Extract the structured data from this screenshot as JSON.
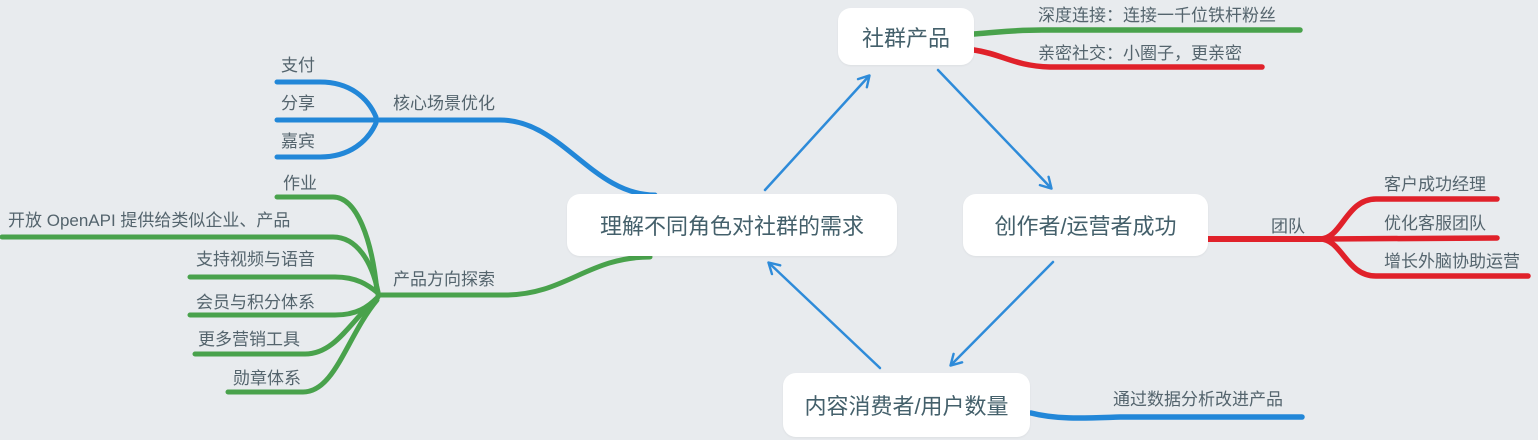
{
  "palette": {
    "background": "#e8ebee",
    "blue": "#2287d8",
    "green": "#49a24c",
    "red": "#e0212a",
    "node_background": "#ffffff",
    "node_text_color": "#44606b",
    "label_text_color": "#54646d"
  },
  "nodes": {
    "center": {
      "label": "理解不同角色对社群的需求"
    },
    "community_product": {
      "label": "社群产品"
    },
    "creator_success": {
      "label": "创作者/运营者成功"
    },
    "consumer_count": {
      "label": "内容消费者/用户数量"
    }
  },
  "branches": {
    "deep_connection": {
      "label": "深度连接：连接一千位铁杆粉丝",
      "color": "#49a24c"
    },
    "intimate_social": {
      "label": "亲密社交：小圈子，更亲密",
      "color": "#e0212a"
    },
    "team": {
      "label": "团队",
      "color": "#e0212a",
      "children": [
        "客户成功经理",
        "优化客服团队",
        "增长外脑协助运营"
      ]
    },
    "data_analysis": {
      "label": "通过数据分析改进产品",
      "color": "#2287d8"
    },
    "core_scene": {
      "label": "核心场景优化",
      "color": "#2287d8",
      "children": [
        "支付",
        "分享",
        "嘉宾"
      ]
    },
    "product_explore": {
      "label": "产品方向探索",
      "color": "#49a24c",
      "children": [
        "作业",
        "开放 OpenAPI 提供给类似企业、产品",
        "支持视频与语音",
        "会员与积分体系",
        "更多营销工具",
        "勋章体系"
      ]
    }
  }
}
